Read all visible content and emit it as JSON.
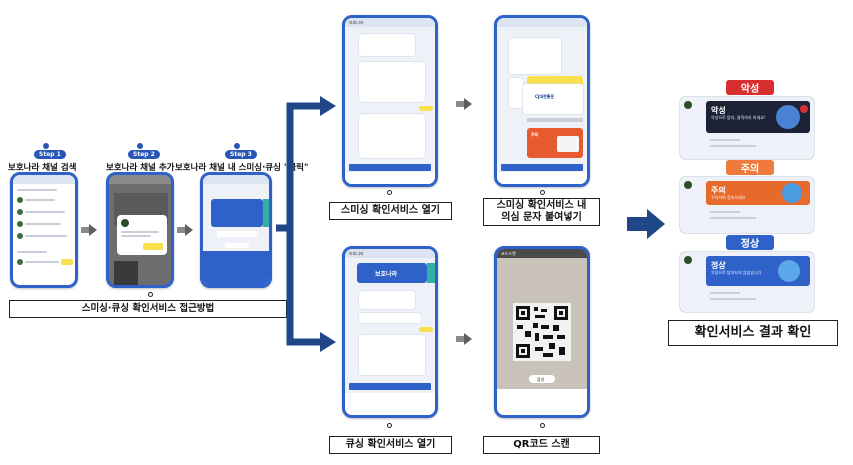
{
  "steps": [
    {
      "badge": "Step 1",
      "title": "보호나라 채널 검색"
    },
    {
      "badge": "Step 2",
      "title": "보호나라 채널 추가"
    },
    {
      "badge": "Step 3",
      "title": "보호나라 채널 내 스미싱·큐싱 \"클릭\""
    }
  ],
  "captions": {
    "access": "스미싱·큐싱 확인서비스 접근방법",
    "smishing_open": "스미싱 확인서비스 열기",
    "paste_line1": "스미싱 확인서비스 내",
    "paste_line2": "의심 문자 붙여넣기",
    "qshing_open": "큐싱 확인서비스 열기",
    "qr_scan": "QR코드 스캔",
    "result": "확인서비스 결과 확인"
  },
  "results": [
    {
      "badge": "악성",
      "banner_title": "악성",
      "banner_sub": "악성으로 탐지, 클릭하지 마세요!",
      "color": "#d72f2f",
      "banner_color": "#1c2336"
    },
    {
      "badge": "주의",
      "banner_title": "주의",
      "banner_sub": "주의하여 접속하세요",
      "color": "#ee7a3c",
      "banner_color": "#e76a2d"
    },
    {
      "badge": "정상",
      "banner_title": "정상",
      "banner_sub": "악성으로 탐지되지 않았습니다",
      "color": "#2f62c9",
      "banner_color": "#2f62c9"
    }
  ],
  "phone_texts": {
    "app_name": "보호나라",
    "qr_header": "코드스캔",
    "mini_banner": "보호나라",
    "cj_brand": "CJ대한통운",
    "caution_brand": "주의",
    "qr_button": "촬영"
  },
  "colors": {
    "brand_blue": "#2f62c9",
    "arrow_navy": "#1f4788",
    "step_badge": "#2856b8"
  }
}
